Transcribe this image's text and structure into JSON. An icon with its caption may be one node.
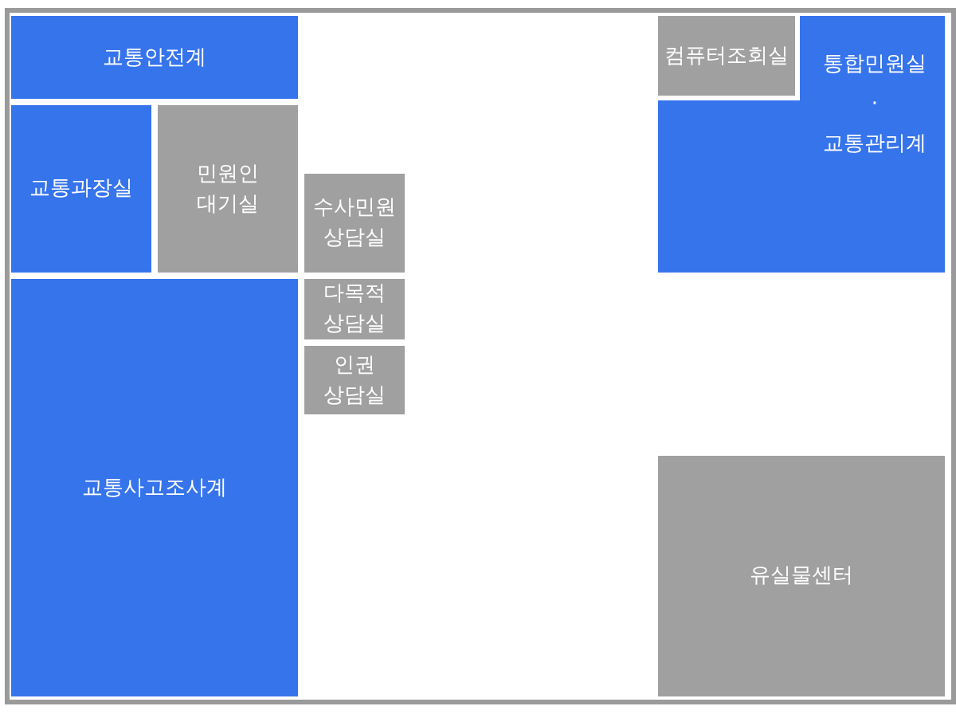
{
  "diagram": {
    "nodes": [
      {
        "text": [
          "교통안전계"
        ]
      },
      {
        "text": [
          "교통과장실"
        ]
      },
      {
        "text": [
          "민원인 대기실"
        ]
      },
      {
        "text": [
          "수사민원 상담실"
        ]
      },
      {
        "text": [
          "다목적 상담실"
        ]
      },
      {
        "text": [
          "인권 상담실"
        ]
      },
      {
        "text": [
          "교통사고조사계"
        ]
      },
      {
        "text": [
          "통합민원실",
          "·",
          "교통관리계"
        ]
      },
      {
        "text": [
          "컴퓨터조회실"
        ],
        "in": 7
      },
      {
        "text": [
          "유실물센터"
        ]
      }
    ]
  }
}
